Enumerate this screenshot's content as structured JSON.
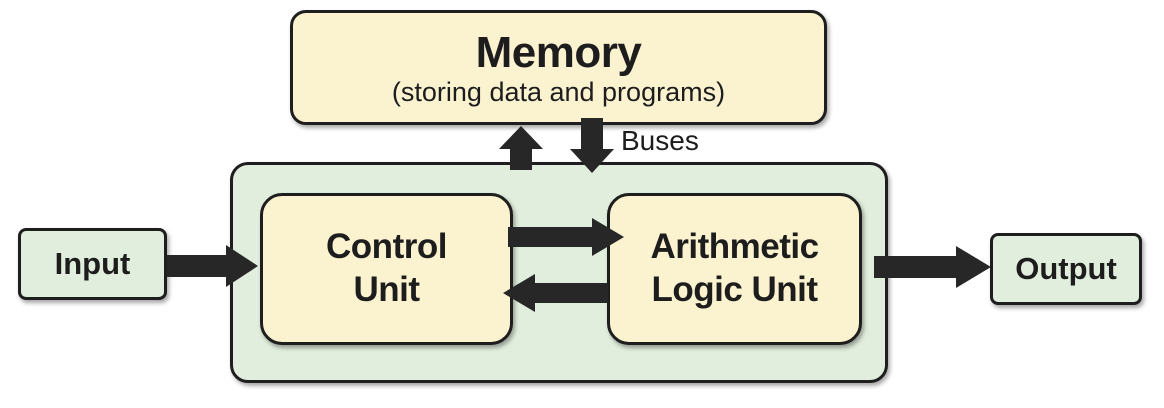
{
  "colors": {
    "cream_fill": "#FBF2D0",
    "green_fill": "#E1EEDD",
    "border": "#1E1E1E",
    "arrow": "#272727",
    "background": "#FFFFFF"
  },
  "memory": {
    "title": "Memory",
    "subtitle": "(storing data and programs)"
  },
  "cpu": {
    "control_unit_label": "Control Unit",
    "alu_label": "Arithmetic Logic Unit"
  },
  "io": {
    "input_label": "Input",
    "output_label": "Output"
  },
  "buses_label": "Buses",
  "arrows": [
    {
      "name": "input-to-cpu-arrow",
      "direction": "right"
    },
    {
      "name": "cpu-to-output-arrow",
      "direction": "right"
    },
    {
      "name": "control-to-alu-arrow",
      "direction": "right"
    },
    {
      "name": "alu-to-control-arrow",
      "direction": "left"
    },
    {
      "name": "cpu-to-memory-arrow",
      "direction": "up"
    },
    {
      "name": "memory-to-cpu-arrow",
      "direction": "down"
    }
  ]
}
